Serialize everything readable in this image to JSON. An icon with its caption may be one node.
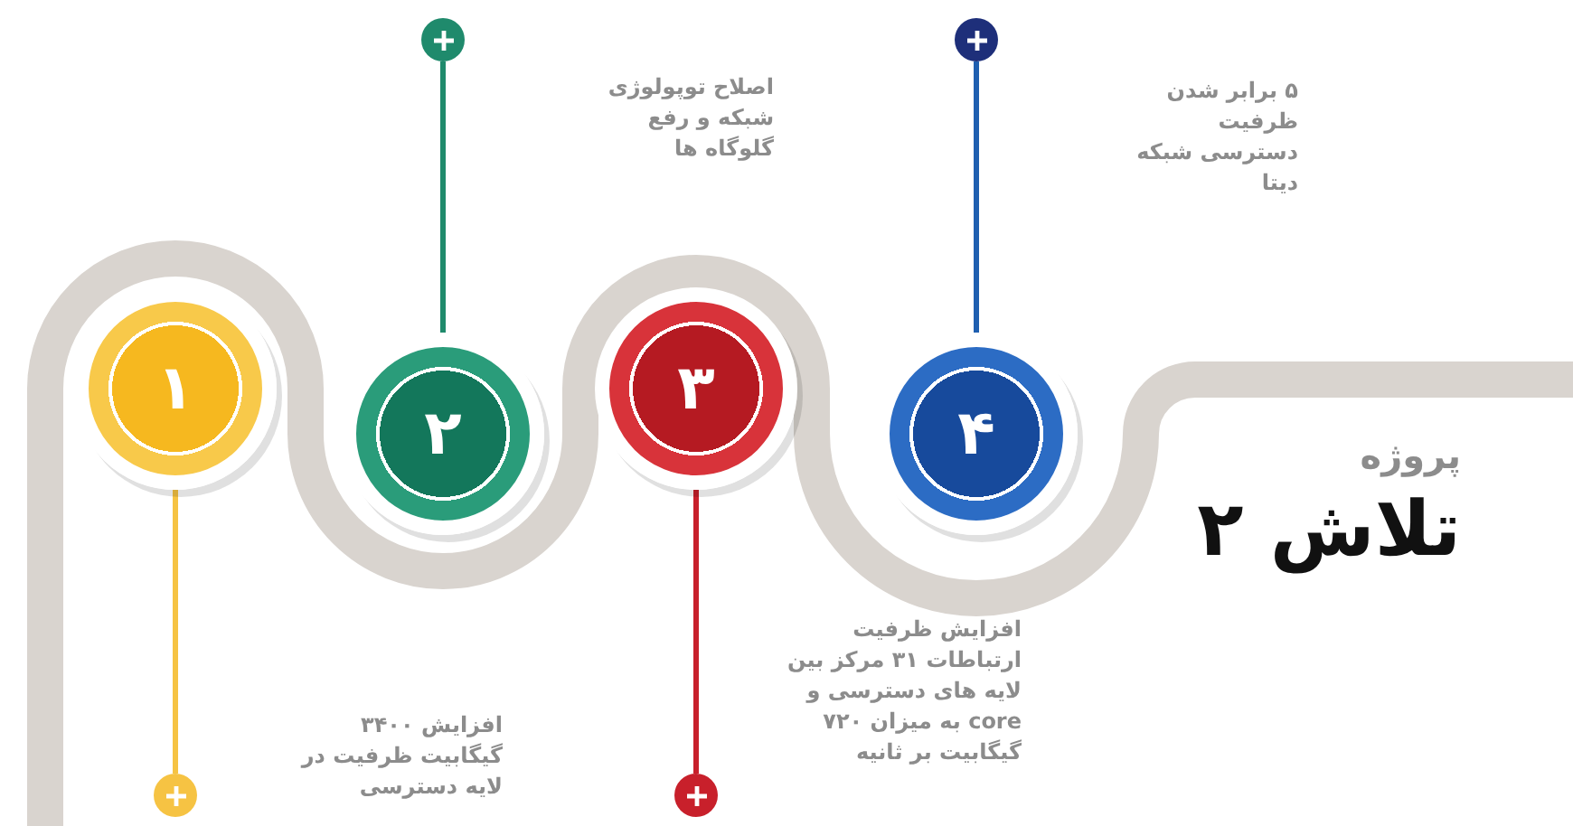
{
  "diagram": {
    "nodes": [
      {
        "text": [
          "۱"
        ]
      },
      {
        "text": [
          "۲"
        ]
      },
      {
        "text": [
          "۳"
        ]
      },
      {
        "text": [
          "۴"
        ]
      },
      {
        "text": [],
        "shape": "circle"
      },
      {
        "text": [],
        "shape": "circle"
      },
      {
        "text": [],
        "shape": "circle"
      },
      {
        "text": [],
        "shape": "circle"
      }
    ],
    "edges": [
      {
        "from": 0,
        "to": 4,
        "arrow": "none",
        "color": "#f6c343"
      },
      {
        "from": 1,
        "to": 5,
        "arrow": "none",
        "color": "#1f8a6c"
      },
      {
        "from": 2,
        "to": 6,
        "arrow": "none",
        "color": "#c8202b"
      },
      {
        "from": 3,
        "to": 7,
        "arrow": "none",
        "color": "#1f5fb0"
      }
    ],
    "labels": [
      "اصلاح توپولوژی شبکه و رفع گلوگاه ها",
      "۵ برابر شدن ظرفیت دسترسی شبکه دیتا",
      "پروژه",
      "تلاش ۲",
      "افزایش ظرفیت ارتباطات ۳۱ مرکز بین لایه های دسترسی و core به میزان ۷۲۰ گیگابیت بر ثانیه",
      "افزایش ۳۴۰۰ گیگابیت ظرفیت در لایه دسترسی"
    ]
  }
}
